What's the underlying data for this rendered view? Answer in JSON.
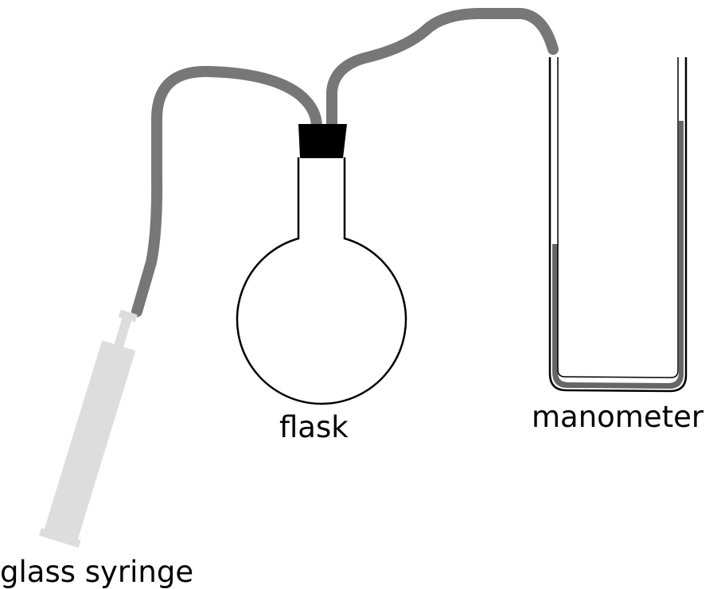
{
  "labels": {
    "flask": "flask",
    "manometer": "manometer",
    "syringe": "glass syringe"
  },
  "colors": {
    "tubing": "#777777",
    "manometer_fluid": "#666666",
    "stopper": "#000000",
    "syringe": "#dddddd",
    "glass_outline": "#000000"
  }
}
